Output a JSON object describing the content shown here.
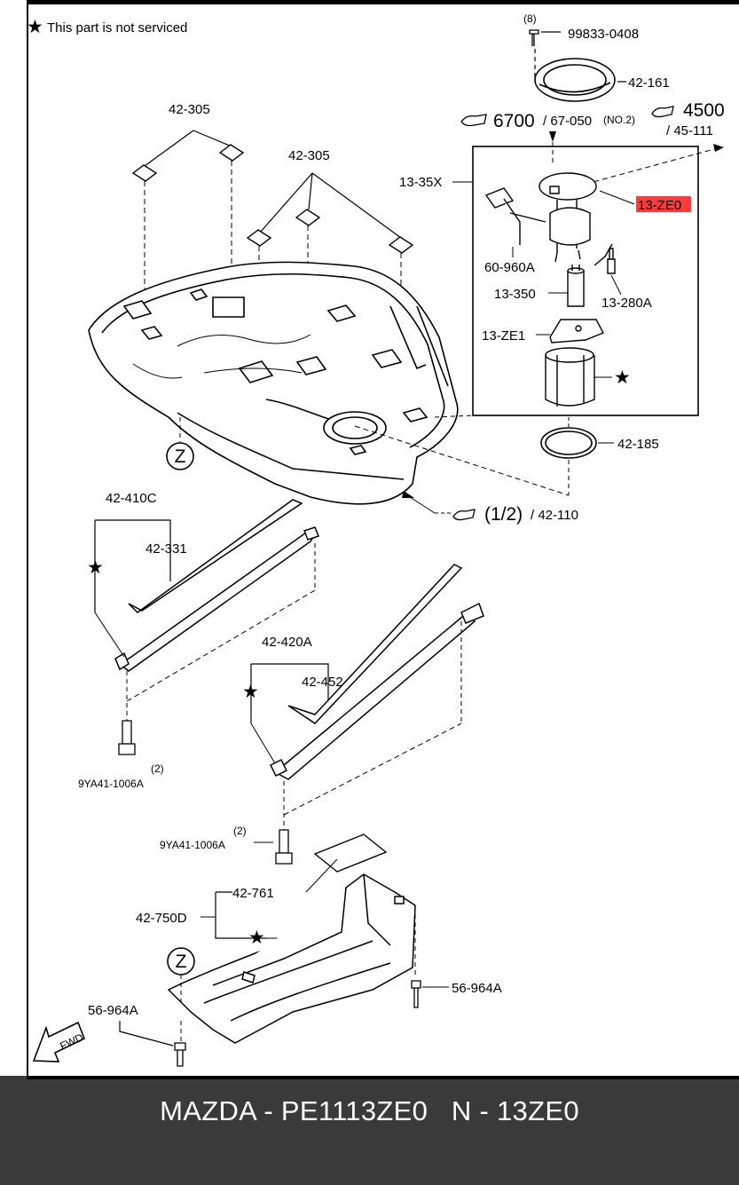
{
  "note": {
    "star": "★",
    "text": "This part is not serviced"
  },
  "highlight_color": "#ff3b3b",
  "labels": {
    "qty8": "(8)",
    "p99833": "99833-0408",
    "p42161": "42-161",
    "n6700": "6700",
    "p67050": "/ 67-050",
    "no2": "(NO.2)",
    "n4500": "4500",
    "p45111": "/ 45-111",
    "p42305a": "42-305",
    "p42305b": "42-305",
    "p1335x": "13-35X",
    "p13ze0": "13-ZE0",
    "p60960a": "60-960A",
    "p13350": "13-350",
    "p13280a": "13-280A",
    "p13ze1": "13-ZE1",
    "p42185": "42-185",
    "zoneA": "Z",
    "zoneB": "Z",
    "half": "(1/2)",
    "p42110": "/ 42-110",
    "p42410c": "42-410C",
    "p42331": "42-331",
    "p42420a": "42-420A",
    "p42452": "42-452",
    "qty2a": "(2)",
    "bolt1": "9YA41-1006A",
    "qty2b": "(2)",
    "bolt2": "9YA41-1006A",
    "p42761": "42-761",
    "p42750d": "42-750D",
    "p56964a_r": "56-964A",
    "p56964a_l": "56-964A",
    "fwd": "FWD",
    "star": "★"
  },
  "footer": {
    "text": "MAZDA - PE1113ZE0   N - 13ZE0"
  }
}
